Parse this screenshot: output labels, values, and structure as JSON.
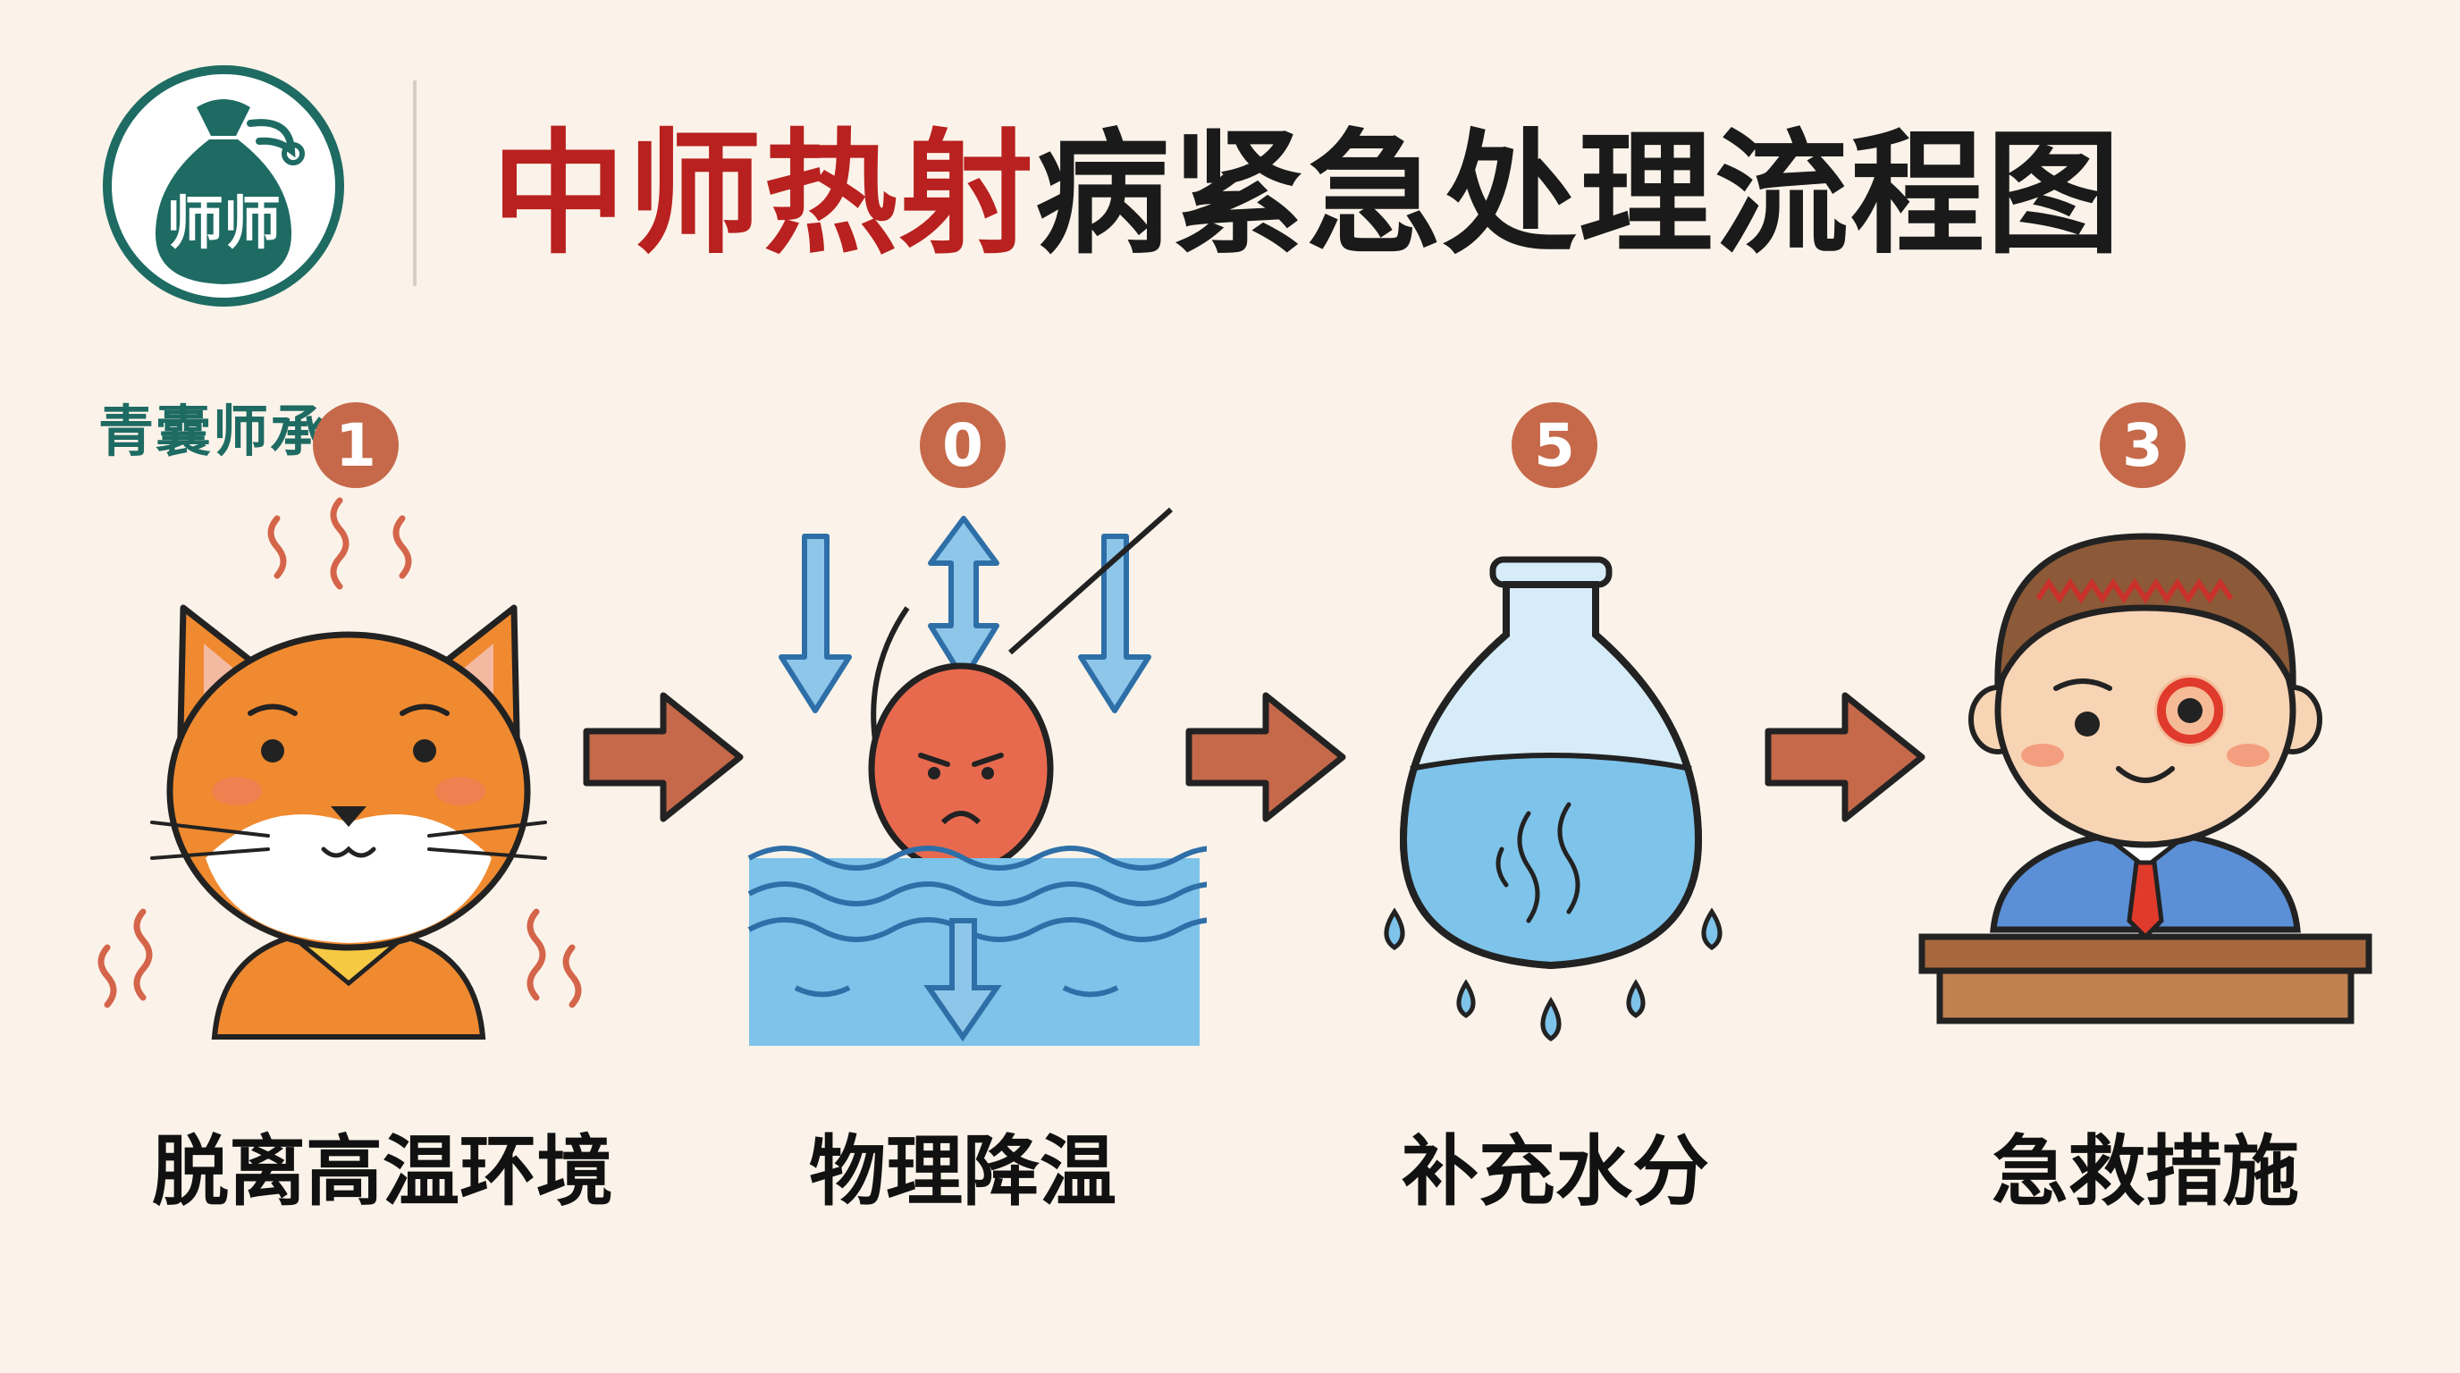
{
  "brand": {
    "logo_badge_text": "师师",
    "name": "青囊师承"
  },
  "title": {
    "highlight": "中师热射",
    "rest": "病紧急处理流程图"
  },
  "steps": [
    {
      "number": "1",
      "label": "脱离高温环境",
      "icon": "hot-cat-icon"
    },
    {
      "number": "0",
      "label": "物理降温",
      "icon": "water-cooling-icon"
    },
    {
      "number": "5",
      "label": "补充水分",
      "icon": "water-flask-icon"
    },
    {
      "number": "3",
      "label": "急救措施",
      "icon": "boy-at-desk-icon"
    }
  ],
  "colors": {
    "accent_red": "#b8211f",
    "brand_green": "#1e6b63",
    "badge": "#c5694a",
    "arrow": "#c5694a",
    "background": "#fbf3e9"
  }
}
